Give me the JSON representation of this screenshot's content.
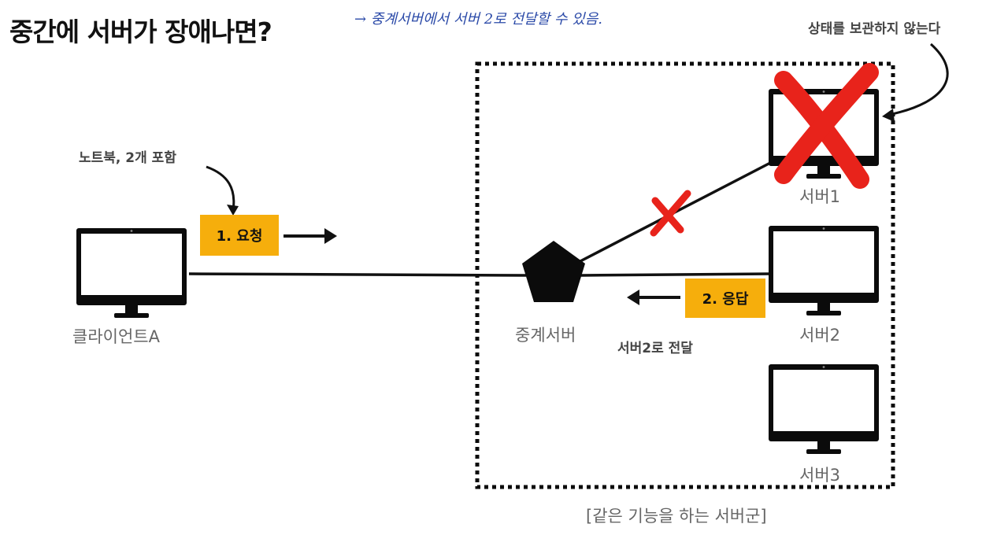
{
  "title": "중간에 서버가 장애나면?",
  "handwritten_note": "→ 중계서버에서 서버 2로 전달할 수 있음.",
  "annotations": {
    "stateless": "상태를 보관하지 않는다",
    "laptop": "노트북, 2개 포함",
    "forward": "서버2로 전달"
  },
  "badges": {
    "request": "1. 요청",
    "response": "2. 응답"
  },
  "nodes": {
    "client": "클라이언트A",
    "relay": "중계서버",
    "server1": "서버1",
    "server2": "서버2",
    "server3": "서버3"
  },
  "group_label": "[같은 기능을 하는 서버군]",
  "colors": {
    "badge": "#f6ae0c",
    "failure_mark": "#e8231b",
    "handwriting": "#2b4aa8"
  }
}
